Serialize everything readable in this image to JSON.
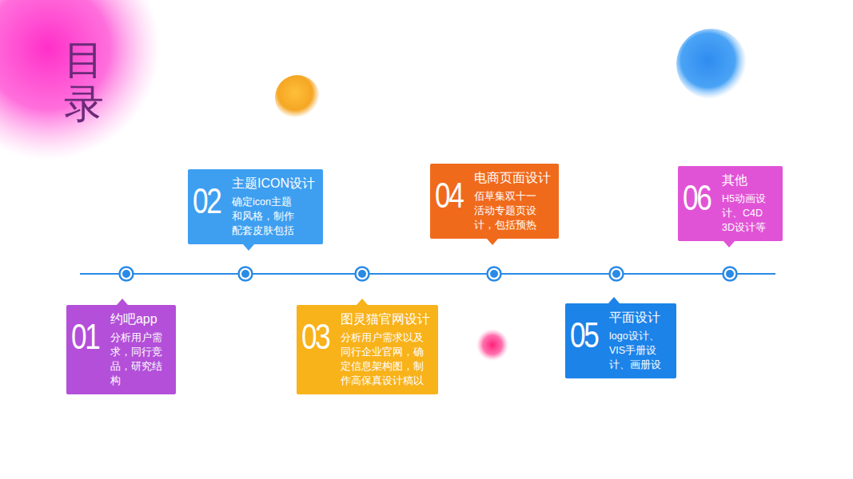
{
  "diagram": {
    "title": "目录",
    "nodes": [
      {
        "text": [
          "01",
          "约吧app",
          "分析用户需 求，同行竞 品，研究结构"
        ]
      },
      {
        "text": [
          "02",
          "主题ICON设计",
          "确定icon主题 和风格，制作 配套皮肤包括"
        ]
      },
      {
        "text": [
          "03",
          "图灵猫官网设计",
          "分析用户需求以及 同行企业官网，确 定信息架构图，制 作高保真设计稿以"
        ]
      },
      {
        "text": [
          "04",
          "电商页面设计",
          "佰草集双十一 活动专题页设 计，包括预热"
        ]
      },
      {
        "text": [
          "05",
          "平面设计",
          "logo设计、 VIS手册设 计、画册设"
        ]
      },
      {
        "text": [
          "06",
          "其他",
          "H5动画设 计、C4D 3D设计等"
        ]
      }
    ]
  }
}
